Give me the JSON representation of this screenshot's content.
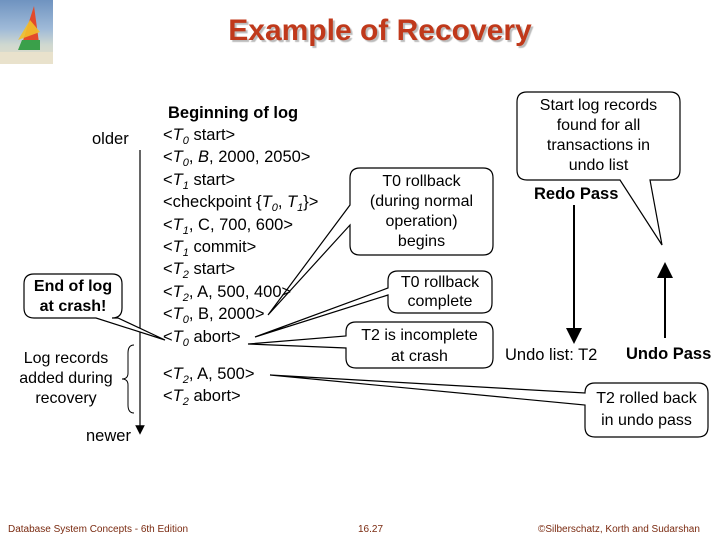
{
  "title": "Example of Recovery",
  "log": {
    "heading": "Beginning of log",
    "older": "older",
    "newer": "newer",
    "lines": [
      [
        {
          "t": "<"
        },
        {
          "t": "T",
          "i": 1
        },
        {
          "t": "0",
          "sub": 1
        },
        {
          "t": " start>"
        }
      ],
      [
        {
          "t": "<"
        },
        {
          "t": "T",
          "i": 1
        },
        {
          "t": "0",
          "sub": 1
        },
        {
          "t": ", "
        },
        {
          "t": "B",
          "i": 1
        },
        {
          "t": ", 2000, 2050>"
        }
      ],
      [
        {
          "t": "<"
        },
        {
          "t": "T",
          "i": 1
        },
        {
          "t": "1",
          "sub": 1
        },
        {
          "t": " start>"
        }
      ],
      [
        {
          "t": "<checkpoint {"
        },
        {
          "t": "T",
          "i": 1
        },
        {
          "t": "0",
          "sub": 1
        },
        {
          "t": ", "
        },
        {
          "t": "T",
          "i": 1
        },
        {
          "t": "1",
          "sub": 1
        },
        {
          "t": "}>"
        }
      ],
      [
        {
          "t": "<"
        },
        {
          "t": "T",
          "i": 1
        },
        {
          "t": "1",
          "sub": 1
        },
        {
          "t": ", C, 700, 600>"
        }
      ],
      [
        {
          "t": "<"
        },
        {
          "t": "T",
          "i": 1
        },
        {
          "t": "1",
          "sub": 1
        },
        {
          "t": " commit>"
        }
      ],
      [
        {
          "t": "<"
        },
        {
          "t": "T",
          "i": 1
        },
        {
          "t": "2",
          "sub": 1
        },
        {
          "t": " start>"
        }
      ],
      [
        {
          "t": "<"
        },
        {
          "t": "T",
          "i": 1
        },
        {
          "t": "2",
          "sub": 1
        },
        {
          "t": ", A, 500, 400>"
        }
      ],
      [
        {
          "t": "<"
        },
        {
          "t": "T",
          "i": 1
        },
        {
          "t": "0",
          "sub": 1
        },
        {
          "t": ", B, 2000>"
        }
      ],
      [
        {
          "t": "<"
        },
        {
          "t": "T",
          "i": 1
        },
        {
          "t": "0",
          "sub": 1
        },
        {
          "t": " abort>"
        }
      ],
      [
        {
          "t": "<"
        },
        {
          "t": "T",
          "i": 1
        },
        {
          "t": "2",
          "sub": 1
        },
        {
          "t": ", A, 500>"
        }
      ],
      [
        {
          "t": "<"
        },
        {
          "t": "T",
          "i": 1
        },
        {
          "t": "2",
          "sub": 1
        },
        {
          "t": " abort>"
        }
      ]
    ],
    "added_label": [
      "Log records",
      "added during",
      "recovery"
    ]
  },
  "callouts": {
    "end_of_log": [
      "End of log",
      "at crash!"
    ],
    "start_records": [
      "Start log records",
      "found for all",
      "transactions in",
      "undo list"
    ],
    "t0_rollback_begins": [
      "T0 rollback",
      "(during normal",
      "operation)",
      "begins"
    ],
    "t0_rollback_complete": [
      "T0 rollback",
      "complete"
    ],
    "t2_incomplete": [
      "T2 is incomplete",
      "at crash"
    ],
    "t2_rolled_back": [
      "T2 rolled back",
      "in undo pass"
    ]
  },
  "passes": {
    "redo": "Redo Pass",
    "undo": "Undo Pass",
    "undo_list": "Undo list: T2"
  },
  "footer": {
    "left": "Database System Concepts - 6th Edition",
    "center": "16.27",
    "right": "©Silberschatz, Korth and Sudarshan"
  }
}
